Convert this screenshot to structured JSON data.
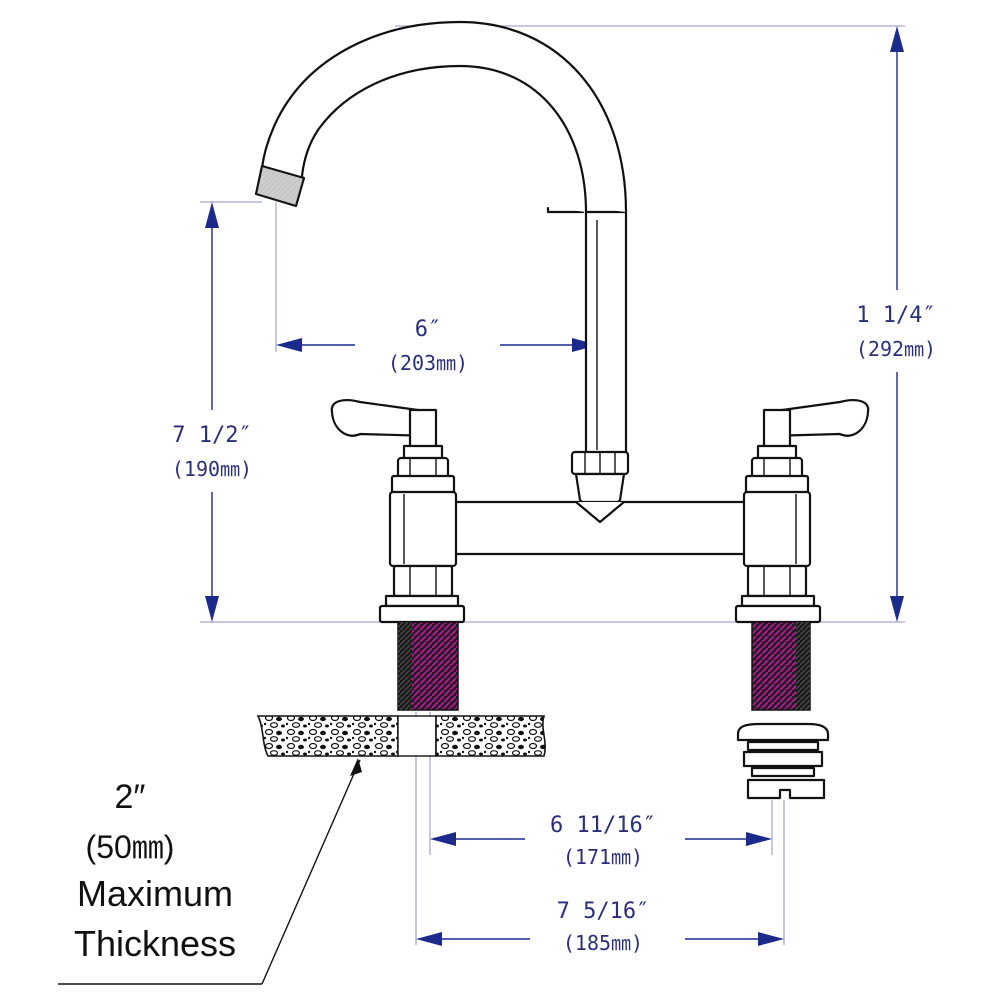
{
  "dimensions": {
    "spout_reach": {
      "imperial": "6″",
      "metric": "(203㎜)"
    },
    "overall_height": {
      "imperial": "1 1/4″",
      "metric": "(292㎜)"
    },
    "spout_clearance": {
      "imperial": "7 1/2″",
      "metric": "(190㎜)"
    },
    "inner_spacing": {
      "imperial": "6 11/16″",
      "metric": "(171㎜)"
    },
    "outer_spacing": {
      "imperial": "7 5/16″",
      "metric": "(185㎜)"
    }
  },
  "deck_note": {
    "value": "2″",
    "metric": "(50㎜)",
    "line1": "Maximum",
    "line2": "Thickness"
  },
  "colors": {
    "dimension": "#1c2a8c",
    "outline": "#111111",
    "shank_highlight": "#b0148c"
  }
}
